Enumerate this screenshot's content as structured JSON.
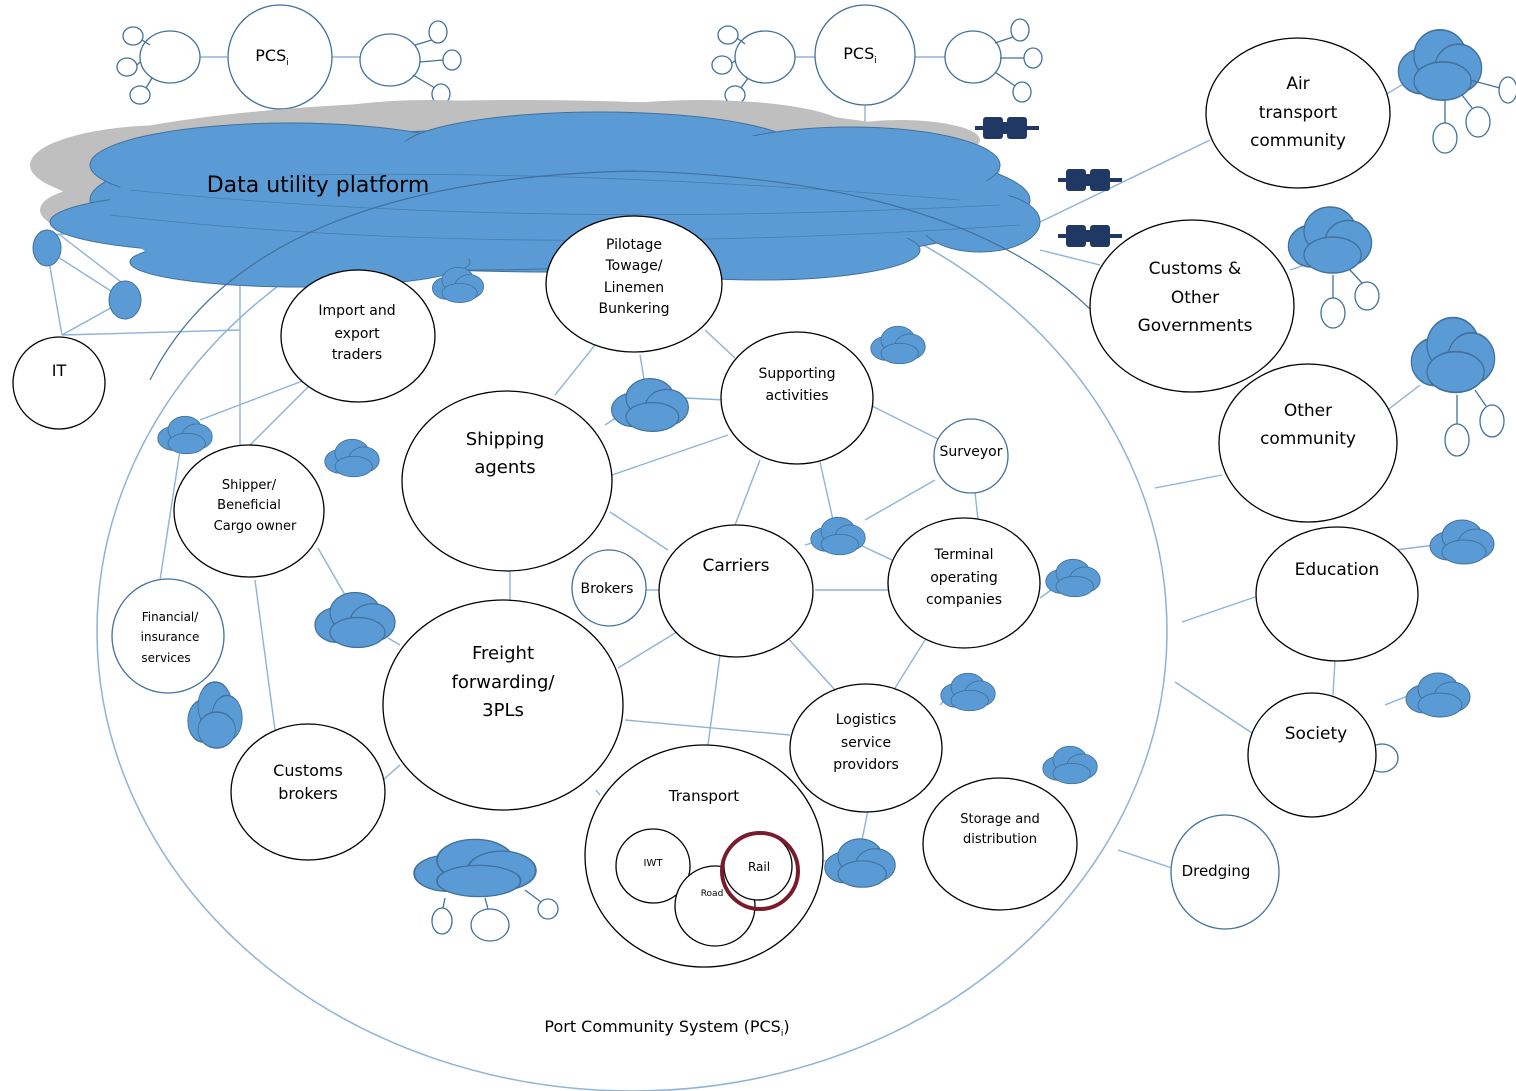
{
  "title": "Data utility platform",
  "pcs_label": "PCS",
  "pcs_sub": "i",
  "port_label": "Port Community System (PCS",
  "port_sub": "i",
  "port_close": ")",
  "nodes": {
    "it": [
      "IT"
    ],
    "air": [
      "Air",
      "transport",
      "community"
    ],
    "customs_gov": [
      "Customs &",
      "Other",
      "Governments"
    ],
    "other_community": [
      "Other",
      "community"
    ],
    "education": [
      "Education"
    ],
    "society": [
      "Society"
    ],
    "dredging": [
      "Dredging"
    ],
    "pilotage": [
      "Pilotage",
      "Towage/",
      "Linemen",
      "Bunkering"
    ],
    "import_export": [
      "Import and",
      "export",
      "traders"
    ],
    "supporting": [
      "Supporting",
      "activities"
    ],
    "surveyor": [
      "Surveyor"
    ],
    "shipping_agents": [
      "Shipping",
      "agents"
    ],
    "shipper": [
      "Shipper/",
      "Beneficial",
      "Cargo owner"
    ],
    "carriers": [
      "Carriers"
    ],
    "terminal": [
      "Terminal",
      "operating",
      "companies"
    ],
    "brokers": [
      "Brokers"
    ],
    "financial": [
      "Financial/",
      "insurance",
      "services"
    ],
    "freight": [
      "Freight",
      "forwarding/",
      "3PLs"
    ],
    "logistics": [
      "Logistics",
      "service",
      "providors"
    ],
    "customs_brokers": [
      "Customs",
      "brokers"
    ],
    "transport": [
      "Transport"
    ],
    "iwt": [
      "IWT"
    ],
    "road": [
      "Road"
    ],
    "rail": [
      "Rail"
    ],
    "storage": [
      "Storage and",
      "distribution"
    ]
  },
  "colors": {
    "cloud": "#5b9bd5",
    "cloud_shadow": "#bfbfbf",
    "connector": "#1f3864",
    "link": "#8db3d9",
    "highlight": "#7b1a2c"
  }
}
